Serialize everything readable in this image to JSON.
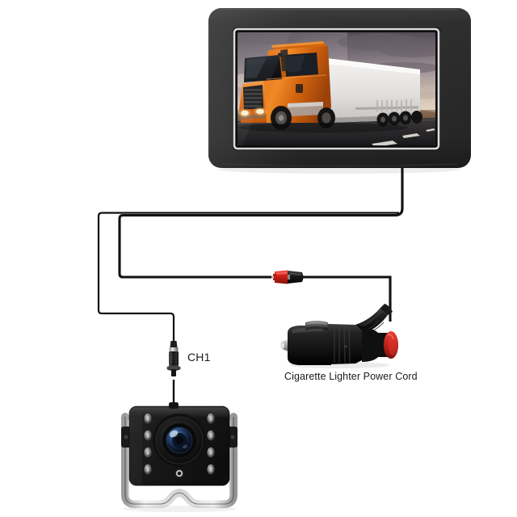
{
  "page": {
    "title": "Backup Camera System Connection Diagram",
    "background_color": "#ffffff"
  },
  "labels": {
    "channel": "CH1",
    "power_cord": "Cigarette Lighter Power Cord"
  },
  "components": {
    "monitor": {
      "name": "Vehicle LCD Monitor",
      "bezel_color": "#2b2b2b",
      "screen_border_color": "#d8d8d8",
      "screen_content": {
        "subject": "orange semi truck with white trailer on highway",
        "sky": "sunset sky with gray and peach clouds",
        "road": "dark asphalt highway with white dashed lane marking",
        "terrain": "brown desert ground"
      }
    },
    "camera": {
      "name": "Rear View Backup Camera",
      "body_color": "#1b1b1b",
      "bracket_color": "#d9d9d9",
      "ir_led_count": 8,
      "ir_led_columns": 2,
      "has_light_sensor": true,
      "lens_tint": "#2a4a7a"
    },
    "power_plug": {
      "name": "Cigarette Lighter Plug",
      "body_color": "#141414",
      "tip_color": "#b9b9b9",
      "end_cap_color": "#c0291d",
      "clip_color": "#6e6e6e"
    },
    "rca_connector": {
      "name": "Inline RCA Video Connector",
      "female_color": "#d01f15",
      "male_color": "#171717"
    },
    "cable": {
      "color": "#111111",
      "video_cable_label": "camera video cable to CH1",
      "power_cable_label": "monitor power cable to cigarette lighter"
    }
  },
  "colors": {
    "cable": "#111111",
    "monitor_bezel": "#2b2b2b",
    "camera_body": "#1b1b1b",
    "bracket": "#d9d9d9",
    "red_connector": "#d01f15",
    "text": "#1a1a1a"
  }
}
